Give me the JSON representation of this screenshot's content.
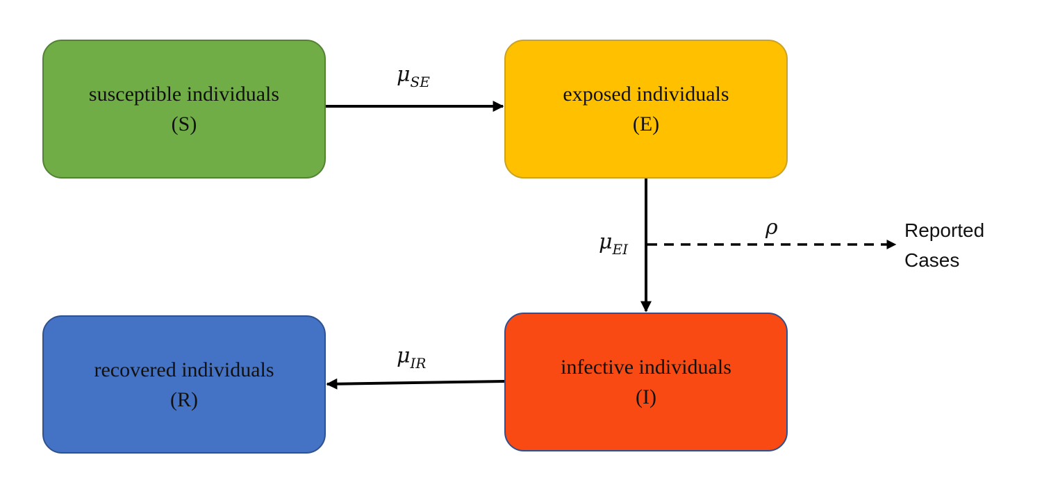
{
  "nodes": {
    "s": {
      "line1": "susceptible individuals",
      "line2": "(S)",
      "fill": "#70ad47",
      "border": "#548235"
    },
    "e": {
      "line1": "exposed individuals",
      "line2": "(E)",
      "fill": "#ffc000",
      "border": "#c9a227"
    },
    "i": {
      "line1": "infective individuals",
      "line2": "(I)",
      "fill": "#f84a12",
      "border": "#2f4f8f"
    },
    "r": {
      "line1": "recovered individuals",
      "line2": "(R)",
      "fill": "#4472c4",
      "border": "#2f528f"
    }
  },
  "rates": {
    "se": {
      "symbol": "μ",
      "sub": "SE"
    },
    "ei": {
      "symbol": "μ",
      "sub": "EI"
    },
    "ir": {
      "symbol": "μ",
      "sub": "IR"
    },
    "rho": {
      "symbol": "ρ"
    }
  },
  "reported": {
    "line1": "Reported",
    "line2": "Cases"
  },
  "colors": {
    "arrow": "#000000"
  }
}
